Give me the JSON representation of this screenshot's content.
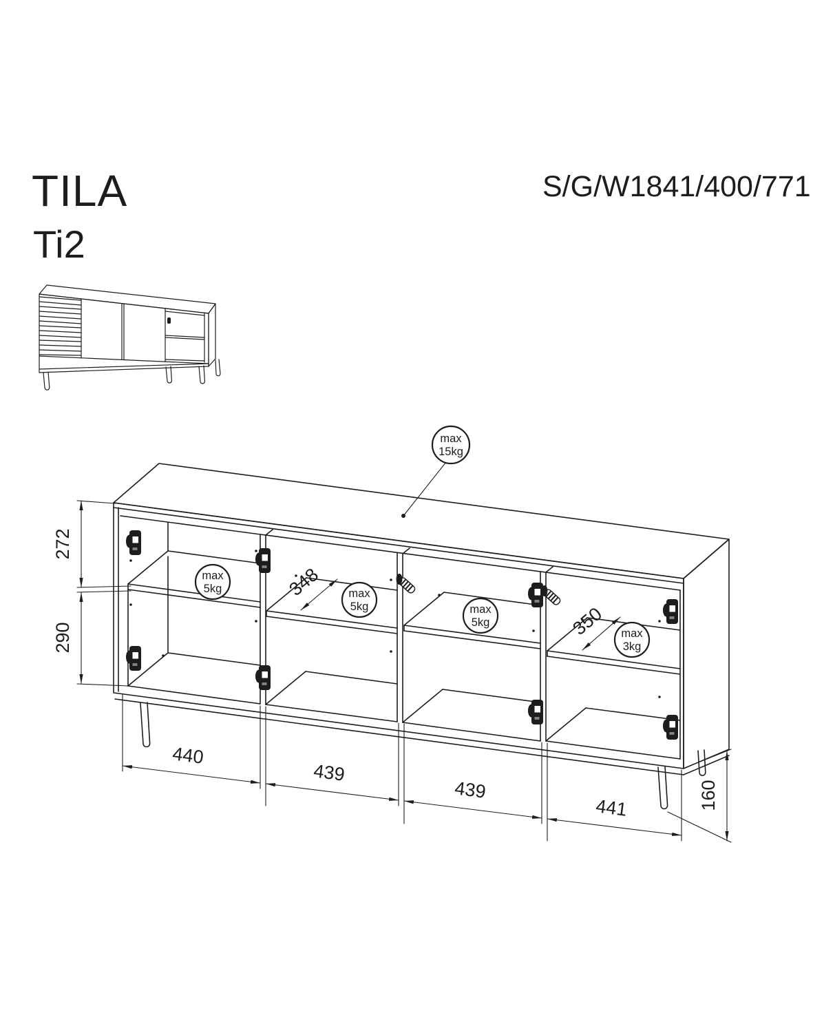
{
  "header": {
    "title": "TILA",
    "model": "Ti2",
    "size_label": "S/G/W",
    "size_value": "1841/400/771"
  },
  "badges": {
    "top": {
      "line1": "max",
      "line2": "15kg"
    },
    "shelf1": {
      "line1": "max",
      "line2": "5kg"
    },
    "shelf2": {
      "line1": "max",
      "line2": "5kg"
    },
    "shelf3": {
      "line1": "max",
      "line2": "5kg"
    },
    "shelf4": {
      "line1": "max",
      "line2": "3kg"
    }
  },
  "dims": {
    "left_upper": "272",
    "left_lower": "290",
    "shelf2_depth": "348",
    "shelf4_depth": "350",
    "width1": "440",
    "width2": "439",
    "width3": "439",
    "width4": "441",
    "leg_height": "160"
  },
  "colors": {
    "line": "#1d1d1b",
    "background": "#ffffff"
  }
}
